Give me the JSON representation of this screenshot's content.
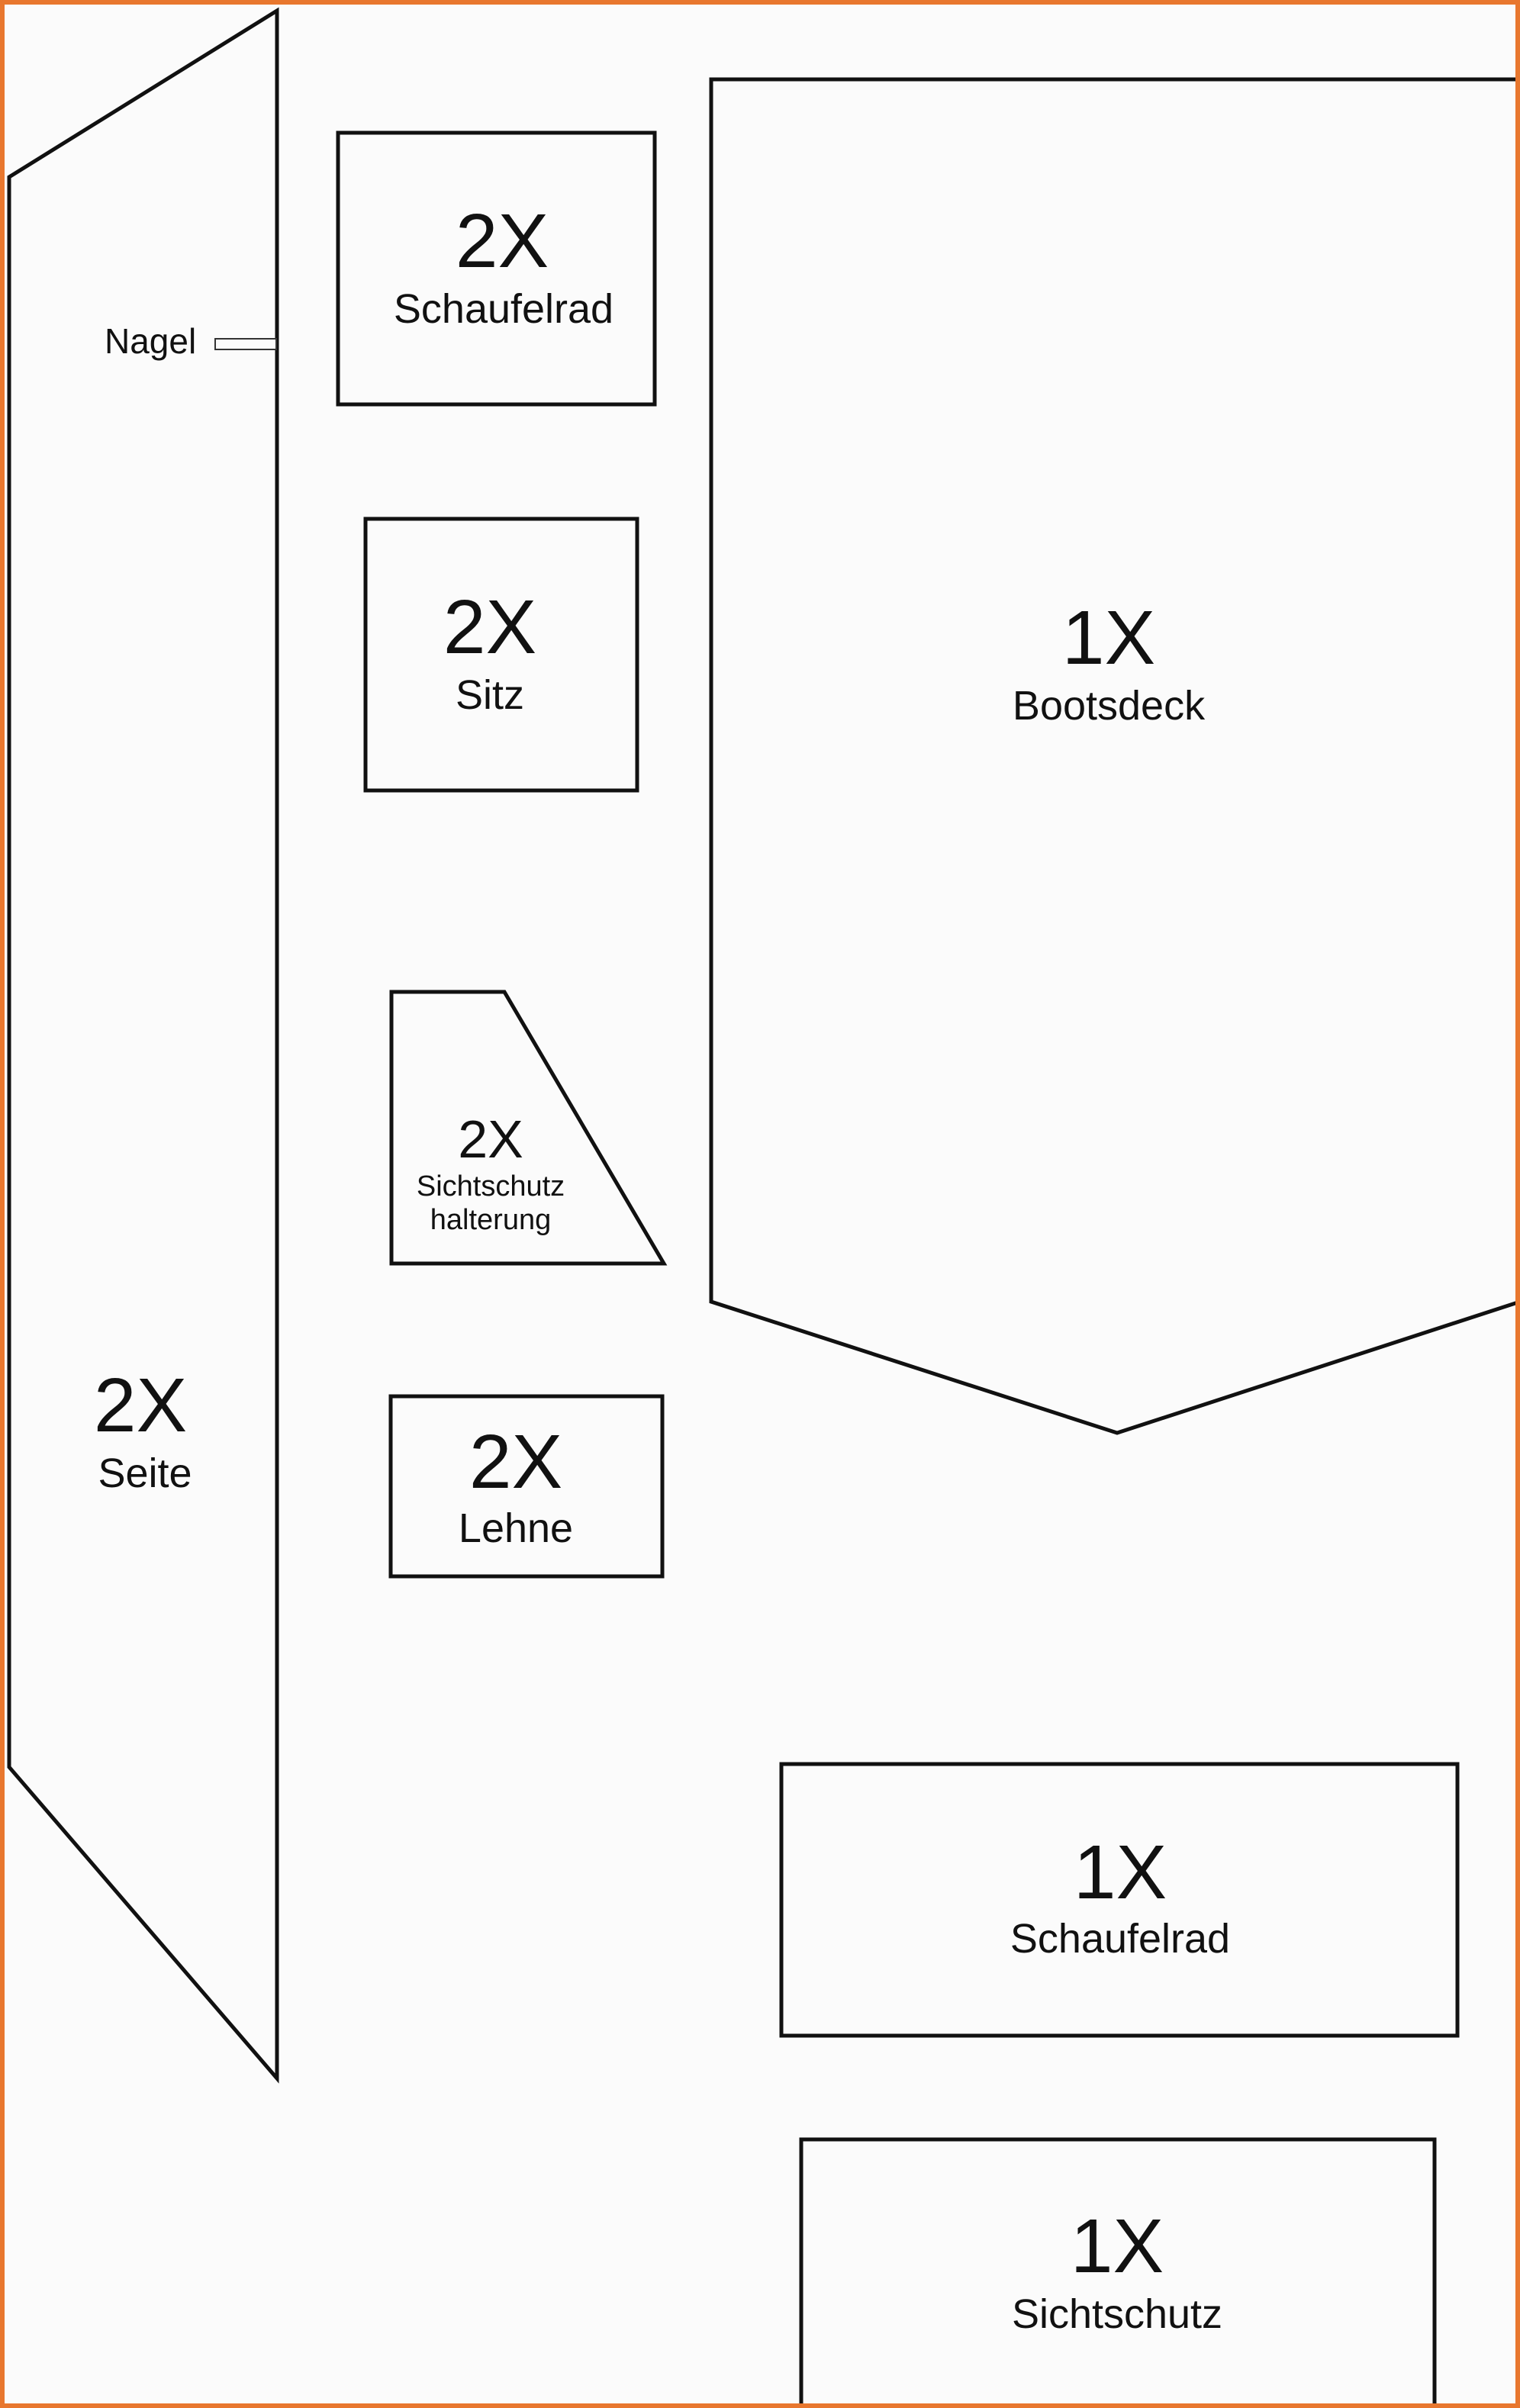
{
  "colors": {
    "frame": "#e8772e",
    "line": "#111111",
    "background": "#fbfbfb"
  },
  "pieces": {
    "seite": {
      "qty": "2X",
      "name": "Seite"
    },
    "schaufelrad2": {
      "qty": "2X",
      "name": "Schaufelrad"
    },
    "sitz": {
      "qty": "2X",
      "name": "Sitz"
    },
    "halterung": {
      "qty": "2X",
      "name_line1": "Sichtschutz",
      "name_line2": "halterung"
    },
    "lehne": {
      "qty": "2X",
      "name": "Lehne"
    },
    "bootsdeck": {
      "qty": "1X",
      "name": "Bootsdeck"
    },
    "schaufelrad1": {
      "qty": "1X",
      "name": "Schaufelrad"
    },
    "sichtschutz": {
      "qty": "1X",
      "name": "Sichtschutz"
    }
  },
  "annotations": {
    "nagel": "Nagel"
  }
}
